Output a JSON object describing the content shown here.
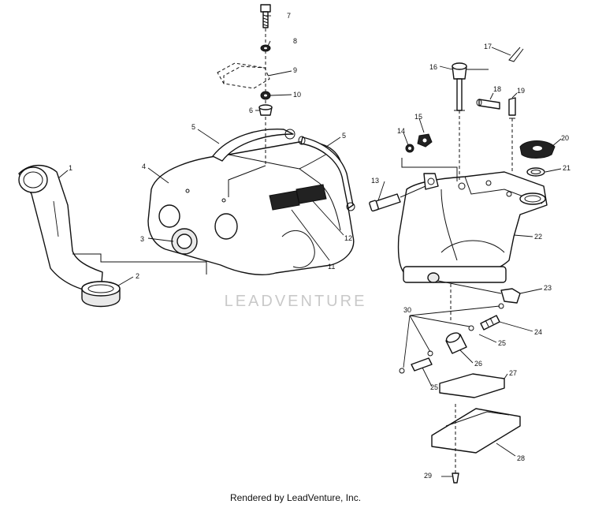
{
  "watermark": "LEADVENTURE",
  "footer": "Rendered by LeadVenture, Inc.",
  "callouts": [
    "1",
    "2",
    "3",
    "4",
    "5",
    "5",
    "6",
    "7",
    "8",
    "9",
    "10",
    "11",
    "12",
    "13",
    "14",
    "15",
    "16",
    "17",
    "18",
    "19",
    "20",
    "21",
    "22",
    "23",
    "24",
    "25",
    "25",
    "26",
    "27",
    "28",
    "29",
    "30"
  ]
}
